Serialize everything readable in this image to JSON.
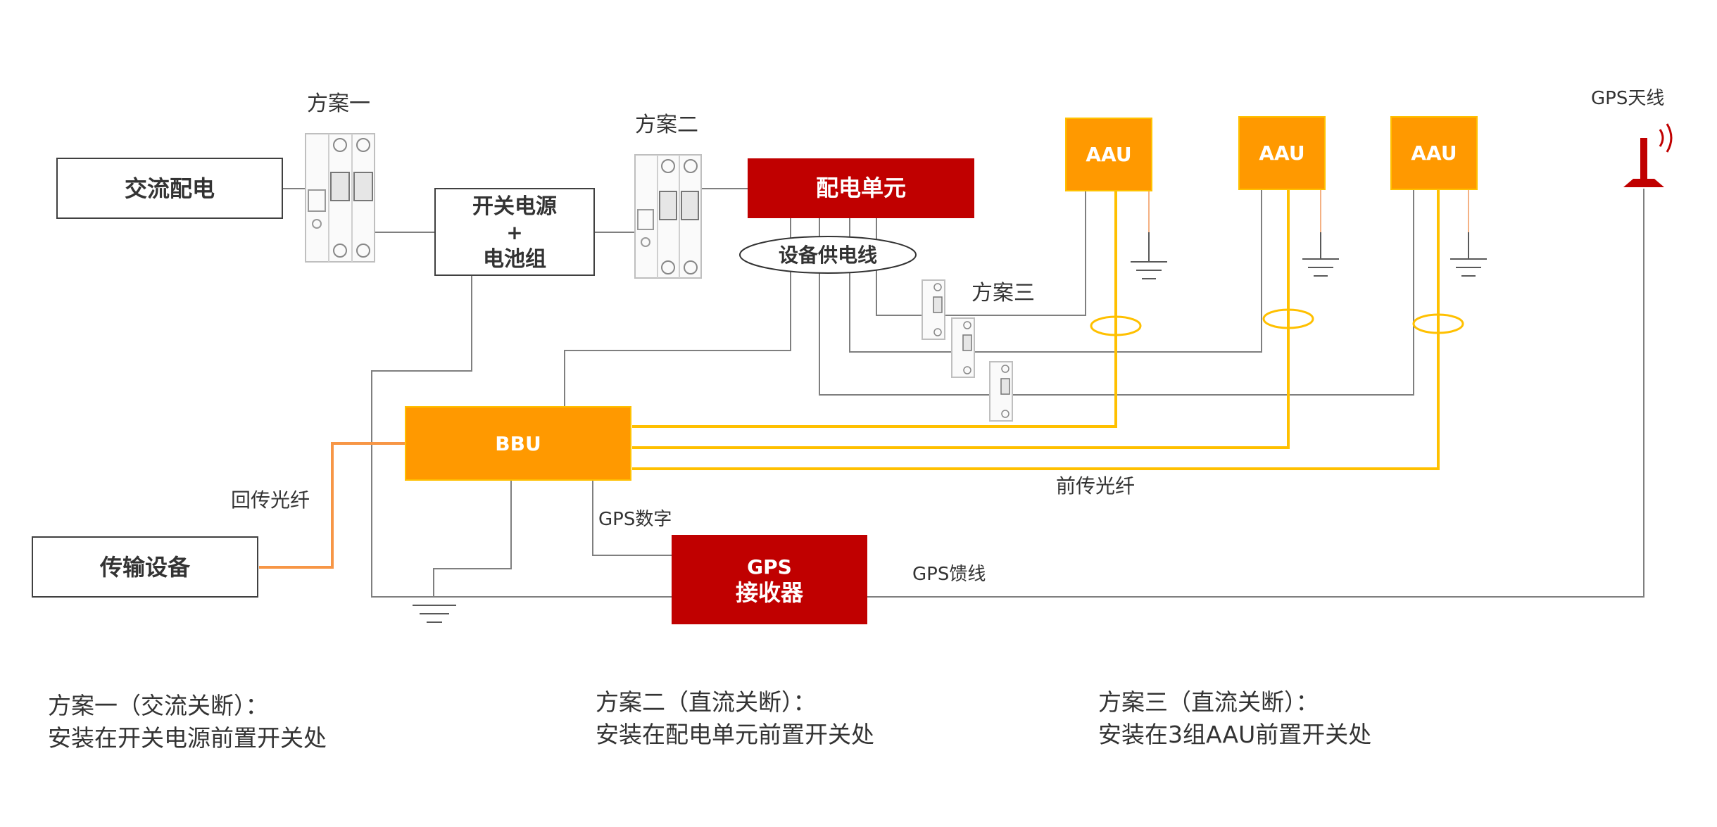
{
  "colors": {
    "orange": "#FF9900",
    "orange_line": "#FFC000",
    "red": "#C00000",
    "gray_line": "#808080",
    "dark_line": "#595959",
    "text": "#333333"
  },
  "boxes": {
    "ac_power": "交流配电",
    "switch_power_line1": "开关电源",
    "switch_power_line2": "+",
    "switch_power_line3": "电池组",
    "power_unit": "配电单元",
    "bbu": "BBU",
    "transport": "传输设备",
    "gps_receiver_line1": "GPS",
    "gps_receiver_line2": "接收器",
    "aau1": "AAU",
    "aau2": "AAU",
    "aau3": "AAU"
  },
  "labels": {
    "scheme1": "方案一",
    "scheme2": "方案二",
    "scheme3": "方案三",
    "equipment_supply": "设备供电线",
    "gps_antenna": "GPS天线",
    "backhaul_fiber": "回传光纤",
    "fronthaul_fiber": "前传光纤",
    "gps_digital": "GPS数字",
    "gps_feeder": "GPS馈线"
  },
  "notes": [
    {
      "title": "方案一（交流关断）：",
      "text": "安装在开关电源前置开关处"
    },
    {
      "title": "方案二（直流关断）：",
      "text": "安装在配电单元前置开关处"
    },
    {
      "title": "方案三（直流关断）：",
      "text": "安装在3组AAU前置开关处"
    }
  ],
  "icons": {
    "breaker": "circuit-breaker-icon",
    "ground": "ground-icon",
    "antenna": "gps-antenna-icon"
  }
}
